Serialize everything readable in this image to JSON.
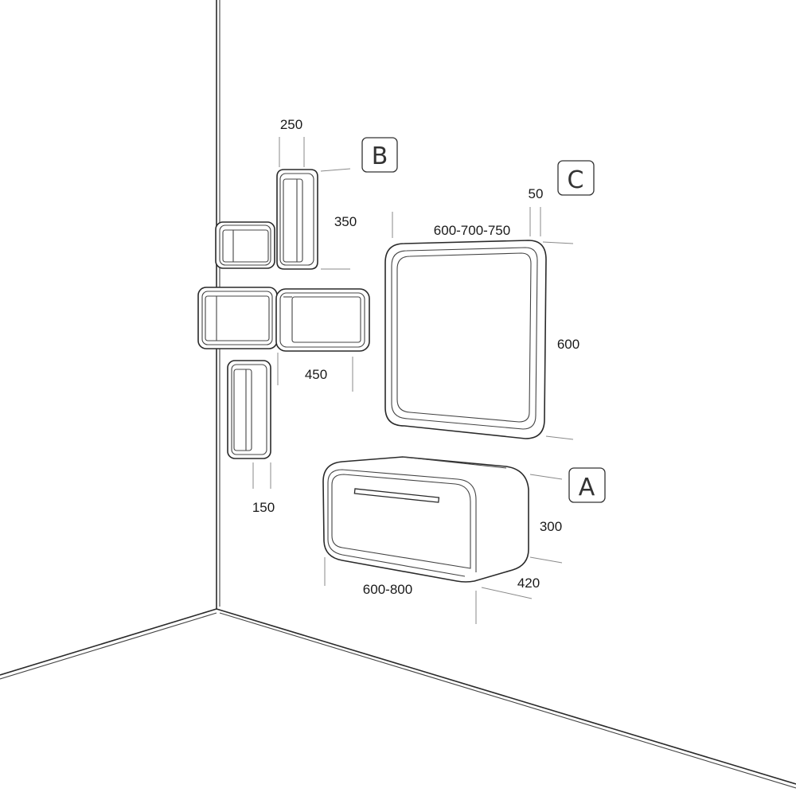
{
  "labels": {
    "tag_a": "A",
    "tag_b": "B",
    "tag_c": "C"
  },
  "dimensions": {
    "shelf_width": "250",
    "shelf_height": "350",
    "shelf_long": "450",
    "shelf_narrow": "150",
    "mirror_width": "600-700-750",
    "mirror_depth": "50",
    "mirror_height": "600",
    "cabinet_height": "300",
    "cabinet_width": "600-800",
    "cabinet_depth": "420"
  }
}
